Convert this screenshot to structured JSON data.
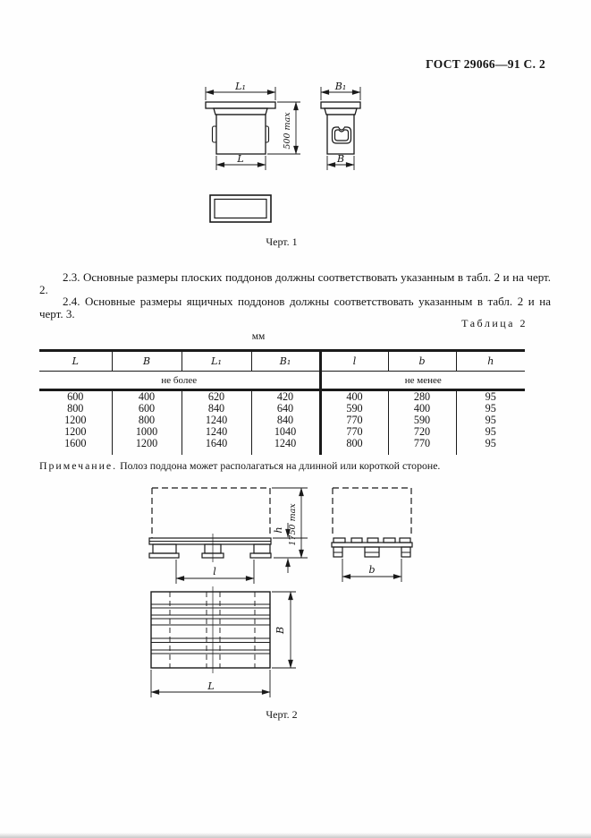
{
  "page": {
    "header": "ГОСТ 29066—91 С. 2"
  },
  "figure1": {
    "caption": "Черт. 1",
    "labels": {
      "top_width": "L₁",
      "bottom_width": "L",
      "side_top_width": "B₁",
      "side_bottom_width": "B",
      "max_height": "500 max"
    }
  },
  "sections": {
    "p23": "2.3. Основные размеры плоских поддонов должны соответствовать указанным в табл. 2 и на черт. 2.",
    "p24": "2.4. Основные размеры ящичных поддонов должны соответствовать указанным в табл. 2 и на черт. 3."
  },
  "table": {
    "title": "Таблица 2",
    "unit": "мм",
    "headers": [
      "L",
      "B",
      "L₁",
      "B₁",
      "l",
      "b",
      "h"
    ],
    "group_headers": [
      "не более",
      "не менее"
    ],
    "rows": [
      [
        "600",
        "400",
        "620",
        "420",
        "400",
        "280",
        "95"
      ],
      [
        "800",
        "600",
        "840",
        "640",
        "590",
        "400",
        "95"
      ],
      [
        "1200",
        "800",
        "1240",
        "840",
        "770",
        "590",
        "95"
      ],
      [
        "1200",
        "1000",
        "1240",
        "1040",
        "770",
        "720",
        "95"
      ],
      [
        "1600",
        "1200",
        "1640",
        "1240",
        "800",
        "770",
        "95"
      ]
    ],
    "note_label": "Примечание.",
    "note_text": "Полоз поддона может располагаться на длинной или короткой стороне."
  },
  "figure2": {
    "caption": "Черт. 2",
    "labels": {
      "front_span": "l",
      "front_height": "h",
      "stack_max_height": "1750 max",
      "end_span": "b",
      "plan_width": "B",
      "plan_length": "L"
    }
  }
}
